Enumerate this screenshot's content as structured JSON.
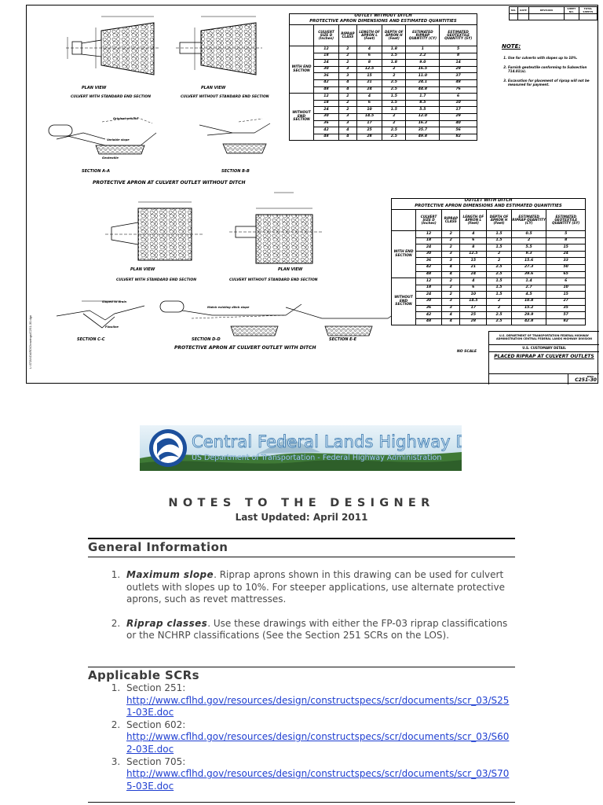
{
  "sheet": {
    "side_note": "L:\\STANDARD\\Drawings\\C251-30.dgn",
    "revisions": {
      "headers": [
        "NO.",
        "DATE",
        "REVISION",
        "SHEET NO.",
        "TOTAL SHEETS"
      ]
    },
    "view_labels": {
      "plan_view_1": "PLAN VIEW",
      "plan_view_2": "PLAN VIEW",
      "plan_caption_1": "CULVERT WITH STANDARD END SECTION",
      "plan_caption_2": "CULVERT WITHOUT STANDARD END SECTION",
      "section_aa": "SECTION A-A",
      "section_bb": "SECTION B-B",
      "title_no_ditch": "PROTECTIVE APRON AT CULVERT OUTLET WITHOUT DITCH",
      "plan_view_3": "PLAN VIEW",
      "plan_view_4": "PLAN VIEW",
      "plan_caption_3": "CULVERT WITH STANDARD END SECTION",
      "plan_caption_4": "CULVERT WITHOUT STANDARD END SECTION",
      "section_cc": "SECTION C-C",
      "section_dd": "SECTION D-D",
      "section_ee": "SECTION E-E",
      "title_with_ditch": "PROTECTIVE APRON AT CULVERT OUTLET WITH DITCH",
      "no_scale": "NO SCALE",
      "original_ground": "Original ground",
      "variable_slope": "Variable slope",
      "geotextile": "Geotextile",
      "match_ditch_slope": "Match existing ditch slope",
      "sloped_to_drain": "Sloped to drain",
      "flowline": "Flowline"
    },
    "table_without_ditch": {
      "title1": "OUTLET WITHOUT DITCH",
      "title2": "PROTECTIVE APRON DIMENSIONS AND ESTIMATED QUANTITIES",
      "columns": [
        "CULVERT SIZE D (Inches)",
        "RIPRAP CLASS",
        "LENGTH OF APRON L (Feet)",
        "DEPTH OF APRON H (Feet)",
        "ESTIMATED RIPRAP QUANTITY (CY)",
        "ESTIMATED GEOTEXTILE QUANTITY (SY)"
      ],
      "groups": [
        {
          "label": "WITH END SECTION",
          "rows": [
            [
              "12",
              "2",
              "4",
              "1.8",
              "1",
              "5"
            ],
            [
              "18",
              "2",
              "6",
              "1.5",
              "2.2",
              "8"
            ],
            [
              "24",
              "2",
              "8",
              "1.8",
              "9.0",
              "14"
            ],
            [
              "30",
              "3",
              "12.5",
              "2",
              "16.5",
              "29"
            ],
            [
              "36",
              "3",
              "15",
              "2",
              "11.0",
              "37"
            ],
            [
              "42",
              "4",
              "21",
              "2.5",
              "24.1",
              "48"
            ],
            [
              "48",
              "4",
              "24",
              "2.5",
              "44.8",
              "76"
            ]
          ]
        },
        {
          "label": "WITHOUT END SECTION",
          "rows": [
            [
              "12",
              "2",
              "4",
              "1.5",
              "1.7",
              "6"
            ],
            [
              "18",
              "2",
              "6",
              "1.5",
              "8.5",
              "10"
            ],
            [
              "24",
              "2",
              "10",
              "1.5",
              "5.5",
              "17"
            ],
            [
              "30",
              "3",
              "14.5",
              "2",
              "12.0",
              "29"
            ],
            [
              "36",
              "3",
              "17",
              "2",
              "16.3",
              "40"
            ],
            [
              "42",
              "4",
              "25",
              "2.5",
              "35.7",
              "56"
            ],
            [
              "48",
              "4",
              "28",
              "2.5",
              "49.8",
              "82"
            ]
          ]
        }
      ]
    },
    "table_with_ditch": {
      "title1": "OUTLET WITH DITCH",
      "title2": "PROTECTIVE APRON DIMENSIONS AND ESTIMATED QUANTITIES",
      "columns": [
        "CULVERT SIZE D (Inches)",
        "RIPRAP CLASS",
        "LENGTH OF APRON L (Feet)",
        "DEPTH OF APRON H (Feet)",
        "ESTIMATED RIPRAP QUANTITY (CY)",
        "ESTIMATED GEOTEXTILE QUANTITY (SY)"
      ],
      "groups": [
        {
          "label": "WITH END SECTION",
          "rows": [
            [
              "12",
              "2",
              "4",
              "1.5",
              "0.5",
              "5"
            ],
            [
              "18",
              "2",
              "6",
              "1.5",
              "2",
              "8"
            ],
            [
              "24",
              "2",
              "8",
              "1.5",
              "5.5",
              "15"
            ],
            [
              "30",
              "3",
              "12.5",
              "2",
              "9.3",
              "24"
            ],
            [
              "36",
              "3",
              "15",
              "2",
              "15.6",
              "33"
            ],
            [
              "42",
              "4",
              "21",
              "2.5",
              "27.3",
              "50"
            ],
            [
              "48",
              "4",
              "24",
              "2.5",
              "39.6",
              "65"
            ]
          ]
        },
        {
          "label": "WITHOUT END SECTION",
          "rows": [
            [
              "12",
              "2",
              "4",
              "1.5",
              "1.4",
              "6"
            ],
            [
              "18",
              "2",
              "6",
              "1.5",
              "2.7",
              "10"
            ],
            [
              "24",
              "2",
              "10",
              "1.5",
              "4.5",
              "15"
            ],
            [
              "30",
              "3",
              "14.5",
              "2",
              "10.8",
              "27"
            ],
            [
              "36",
              "3",
              "17",
              "2",
              "15.2",
              "35"
            ],
            [
              "42",
              "4",
              "25",
              "2.5",
              "29.9",
              "57"
            ],
            [
              "48",
              "4",
              "28",
              "2.5",
              "42.8",
              "82"
            ]
          ]
        }
      ]
    },
    "notes": {
      "heading": "NOTE:",
      "items": [
        "Use for culverts with slopes up to 10%.",
        "Furnish geotextile conforming to Subsection 714.01(a).",
        "Excavation for placement of riprap will not be measured for payment."
      ]
    },
    "title_block": {
      "agency": "U.S. DEPARTMENT OF TRANSPORTATION FEDERAL HIGHWAY ADMINISTRATION CENTRAL FEDERAL LANDS HIGHWAY DIVISION",
      "detail": "U.S. CUSTOMARY DETAIL",
      "title": "PLACED RIPRAP AT CULVERT OUTLETS",
      "dwg_label": "DWG.",
      "dwg_no": "C251-30"
    }
  },
  "banner": {
    "line1": "Central Federal Lands Highway Division",
    "line2": "US Department of Transportation - Federal Highway Administration"
  },
  "notes_page": {
    "title": "NOTES TO THE DESIGNER",
    "updated": "Last Updated: April 2011",
    "general_heading": "General Information",
    "general_items": [
      {
        "lead": "Maximum slope",
        "text": ". Riprap aprons shown in this drawing can be used for culvert outlets with slopes up to 10%. For steeper applications, use alternate protective aprons, such as revet mattresses."
      },
      {
        "lead": "Riprap classes",
        "text": ". Use these drawings with either the FP-03 riprap classifications or the NCHRP classifications (See the Section 251 SCRs on the LOS)."
      }
    ],
    "scr_heading": "Applicable SCRs",
    "scr_items": [
      {
        "label": "Section 251:",
        "url": "http://www.cflhd.gov/resources/design/constructspecs/scr/documents/scr_03/S251-03E.doc"
      },
      {
        "label": "Section 602:",
        "url": "http://www.cflhd.gov/resources/design/constructspecs/scr/documents/scr_03/S602-03E.doc"
      },
      {
        "label": "Section 705:",
        "url": "http://www.cflhd.gov/resources/design/constructspecs/scr/documents/scr_03/S705-03E.doc"
      }
    ]
  }
}
